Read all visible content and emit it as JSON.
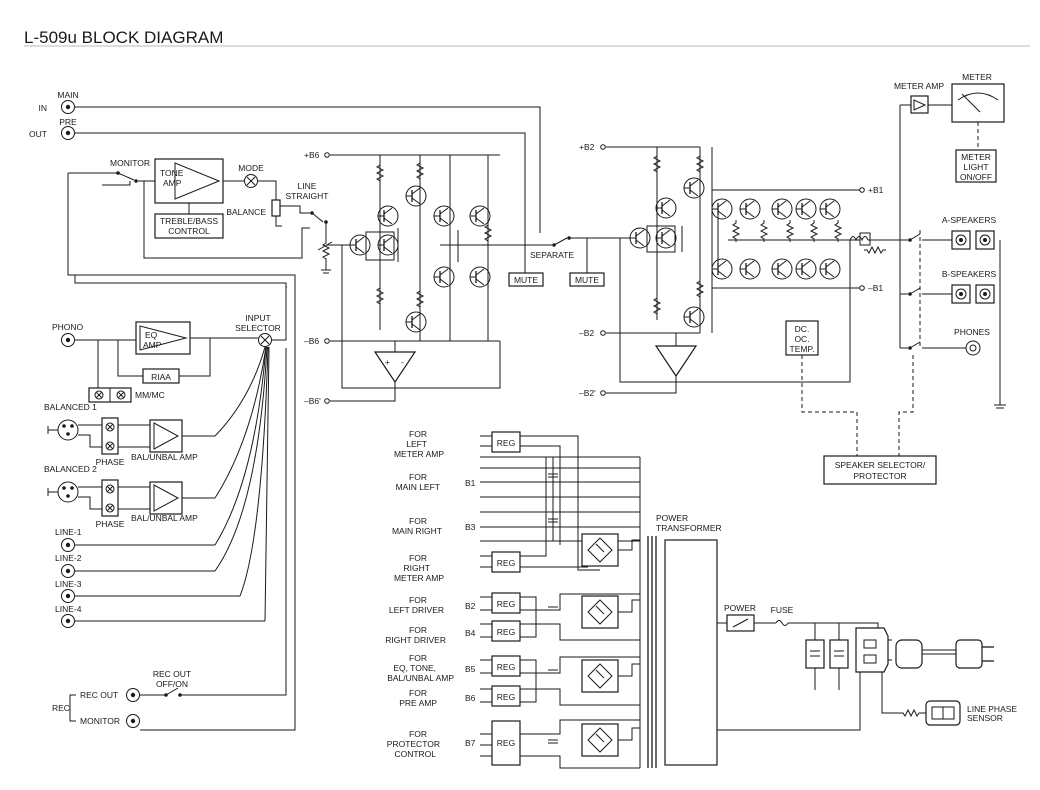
{
  "title": "L-509u BLOCK DIAGRAM",
  "inputs": {
    "main_label": "MAIN",
    "in_label": "IN",
    "pre_label": "PRE",
    "out_label": "OUT",
    "monitor_label": "MONITOR",
    "phono_label": "PHONO",
    "balanced1_label": "BALANCED 1",
    "balanced2_label": "BALANCED 2",
    "line1_label": "LINE-1",
    "line2_label": "LINE-2",
    "line3_label": "LINE-3",
    "line4_label": "LINE-4",
    "rec_label": "REC",
    "rec_out_label": "REC  OUT",
    "rec_monitor_label": "MONITOR",
    "rec_out_switch_label_1": "REC  OUT",
    "rec_out_switch_label_2": "OFF/ON"
  },
  "blocks": {
    "tone_amp_1": "TONE",
    "tone_amp_2": "AMP",
    "treble_bass_1": "TREBLE/BASS",
    "treble_bass_2": "CONTROL",
    "mode_label": "MODE",
    "balance_label": "BALANCE",
    "line_straight_1": "LINE",
    "line_straight_2": "STRAIGHT",
    "eq_amp_1": "EQ",
    "eq_amp_2": "AMP",
    "riaa_label": "RIAA",
    "mm_mc_label": "MM/MC",
    "input_selector_1": "INPUT",
    "input_selector_2": "SELECTOR",
    "phase_label_1": "PHASE",
    "phase_label_2": "PHASE",
    "bal_unbal_amp_1": "BAL/UNBAL   AMP",
    "bal_unbal_amp_2": "BAL/UNBAL   AMP",
    "separate_label": "SEPARATE",
    "mute_label_1": "MUTE",
    "mute_label_2": "MUTE",
    "dc_1": "DC.",
    "dc_2": "OC.",
    "dc_3": "TEMP.",
    "speaker_selector_1": "SPEAKER SELECTOR/",
    "speaker_selector_2": "PROTECTOR",
    "meter_amp_label": "METER   AMP",
    "meter_label": "METER",
    "meter_light_1": "METER",
    "meter_light_2": "LIGHT",
    "meter_light_3": "ON/OFF",
    "a_speakers_label": "A-SPEAKERS",
    "b_speakers_label": "B-SPEAKERS",
    "phones_label": "PHONES"
  },
  "rails": {
    "pre_pos": "+B6",
    "pre_neg": "–B6",
    "pre_neg2": "–B6'",
    "pow_pos": "+B2",
    "pow_neg": "–B2",
    "pow_neg2": "–B2'",
    "out_pos": "+B1",
    "out_neg": "–B1"
  },
  "power": {
    "for_left_meter": [
      "FOR",
      "LEFT",
      "METER   AMP"
    ],
    "for_main_left": [
      "FOR",
      "MAIN   LEFT"
    ],
    "for_main_right": [
      "FOR",
      "MAIN   RIGHT"
    ],
    "for_right_meter": [
      "FOR",
      "RIGHT",
      "METER   AMP"
    ],
    "for_left_driver": [
      "FOR",
      "LEFT   DRIVER"
    ],
    "for_right_driver": [
      "FOR",
      "RIGHT   DRIVER"
    ],
    "for_eq_tone": [
      "FOR",
      "EQ, TONE,",
      "BAL/UNBAL   AMP"
    ],
    "for_pre_amp": [
      "FOR",
      "PRE   AMP"
    ],
    "for_protector": [
      "FOR",
      "PROTECTOR",
      "CONTROL"
    ],
    "b1": "B1",
    "b3": "B3",
    "b2": "B2",
    "b4": "B4",
    "b5": "B5",
    "b6": "B6",
    "b7": "B7",
    "reg_label": "REG",
    "power_transformer_1": "POWER",
    "power_transformer_2": "TRANSFORMER",
    "power_switch_label": "POWER",
    "fuse_label": "FUSE",
    "line_phase_sensor_1": "LINE   PHASE",
    "line_phase_sensor_2": "SENSOR"
  }
}
